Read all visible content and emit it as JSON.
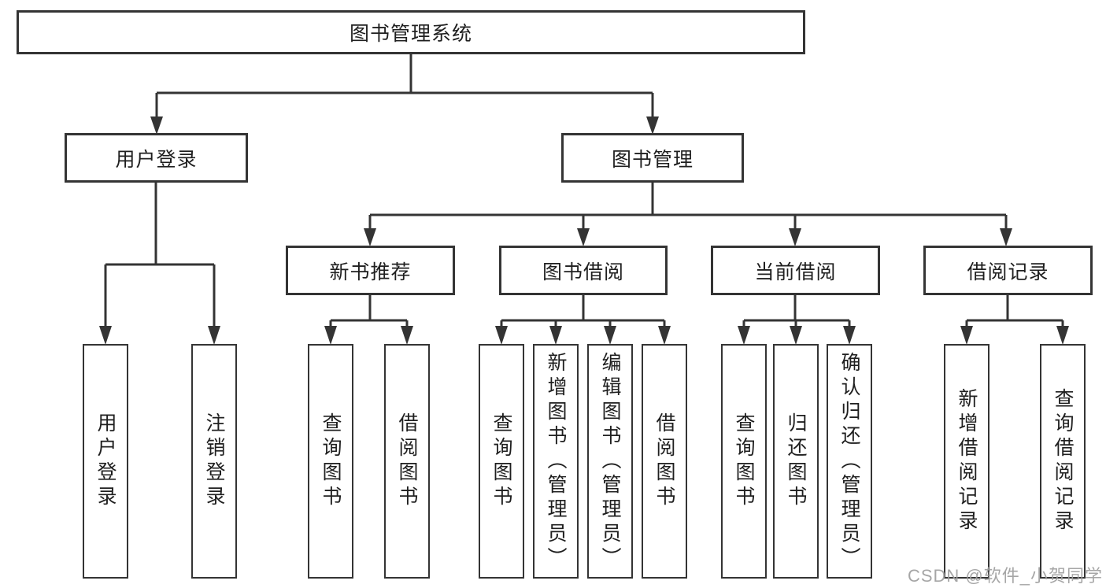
{
  "tree": {
    "root": "图书管理系统",
    "branches": [
      {
        "label": "用户登录",
        "leaves": [
          "用户登录",
          "注销登录"
        ]
      },
      {
        "label": "图书管理",
        "sections": [
          {
            "label": "新书推荐",
            "leaves": [
              "查询图书",
              "借阅图书"
            ]
          },
          {
            "label": "图书借阅",
            "leaves": [
              "查询图书",
              "新增图书（管理员）",
              "编辑图书（管理员）",
              "借阅图书"
            ]
          },
          {
            "label": "当前借阅",
            "leaves": [
              "查询图书",
              "归还图书",
              "确认归还（管理员）"
            ]
          },
          {
            "label": "借阅记录",
            "leaves": [
              "新增借阅记录",
              "查询借阅记录"
            ]
          }
        ]
      }
    ]
  },
  "watermark": {
    "text": "CSDN @软件_小贺同学"
  },
  "colors": {
    "line": "#343434",
    "text": "#1f1f1f",
    "watermark": "#9e9e9e",
    "background": "#ffffff"
  }
}
